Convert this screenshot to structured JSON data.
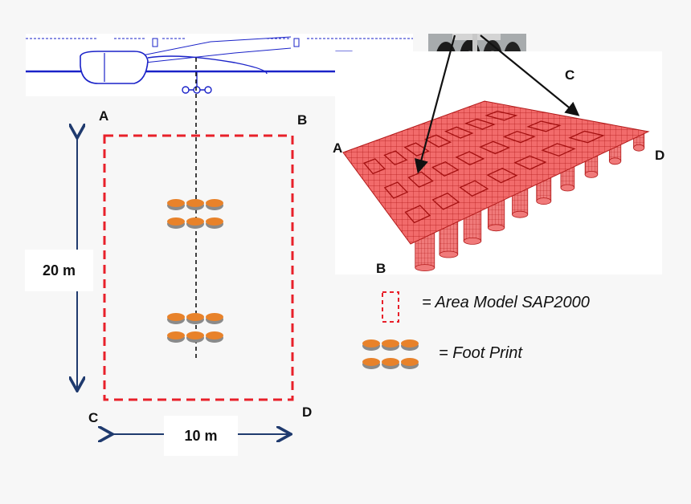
{
  "plan": {
    "corner_a": "A",
    "corner_b": "B",
    "corner_c": "C",
    "corner_d": "D",
    "height_label": "20 m",
    "width_label": "10 m"
  },
  "model": {
    "corner_a": "A",
    "corner_b": "B",
    "corner_c": "C",
    "corner_d": "D"
  },
  "legend": {
    "area_model": "= Area Model SAP2000",
    "foot_print": "= Foot Print"
  },
  "colors": {
    "dimension_arrow": "#1f3a6e",
    "area_boundary": "#e8202a",
    "footprint": "#e8822a",
    "aircraft_line": "#1a22c8",
    "mesh": "#e02a2a"
  }
}
